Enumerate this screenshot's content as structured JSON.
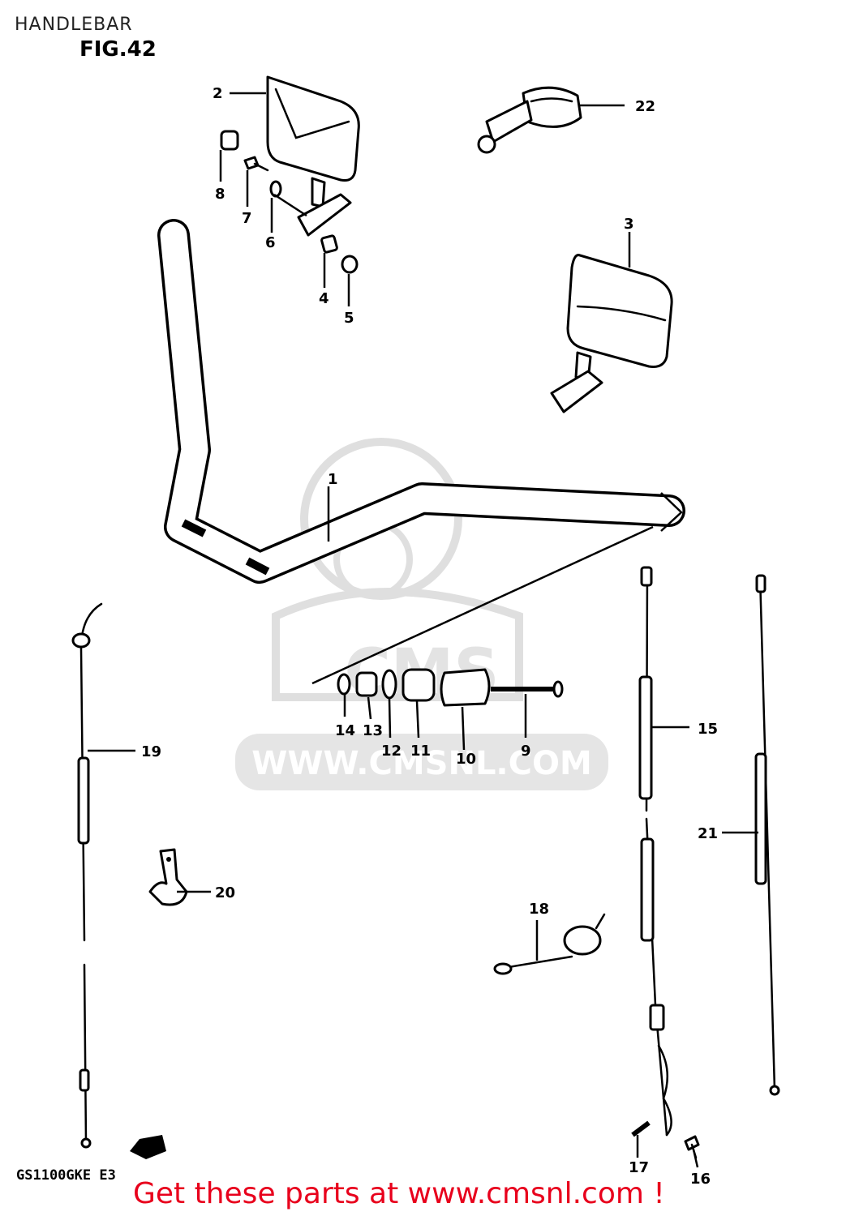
{
  "header": {
    "title": "HANDLEBAR",
    "figure": "FIG.42"
  },
  "footer": {
    "model": "GS1100GKE E3",
    "cta": "Get these parts at www.cmsnl.com !"
  },
  "watermark": {
    "text": "WWW.CMSNL.COM",
    "brand": "CMS",
    "color": "#d9d9d9"
  },
  "diagram": {
    "labels": [
      "1",
      "2",
      "3",
      "4",
      "5",
      "6",
      "7",
      "8",
      "9",
      "10",
      "11",
      "12",
      "13",
      "14",
      "15",
      "16",
      "17",
      "18",
      "19",
      "20",
      "21",
      "22"
    ]
  },
  "colors": {
    "cta": "#e8001c",
    "ink": "#000000"
  }
}
